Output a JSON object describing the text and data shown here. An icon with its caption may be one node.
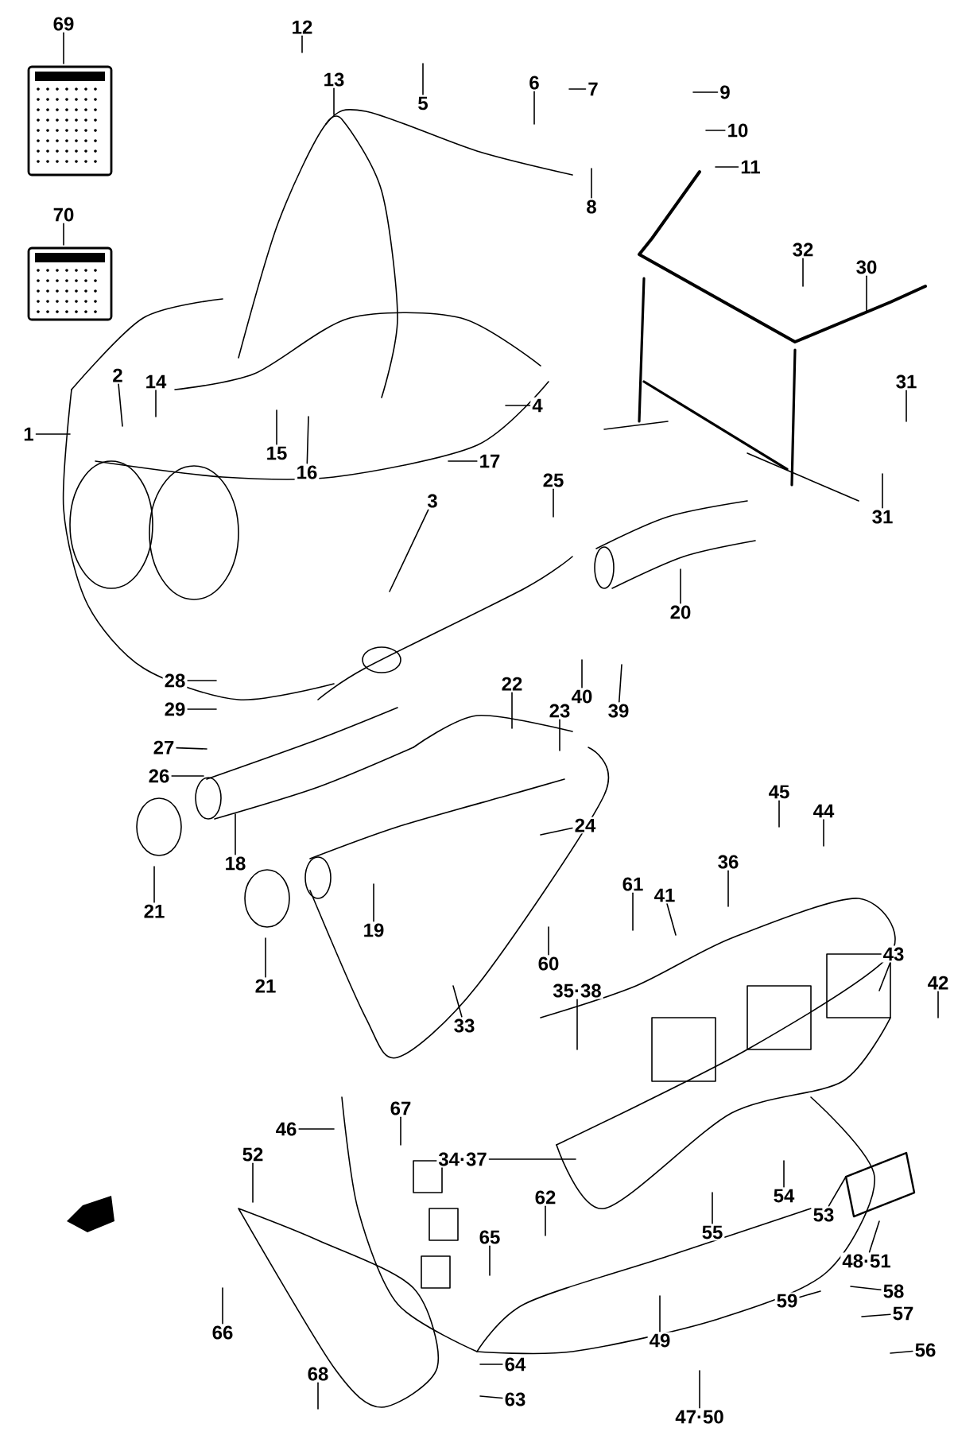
{
  "diagram": {
    "nodes": [
      {
        "text": [
          "1"
        ]
      },
      {
        "text": [
          "2"
        ]
      },
      {
        "text": [
          "3"
        ]
      },
      {
        "text": [
          "4"
        ]
      },
      {
        "text": [
          "5"
        ]
      },
      {
        "text": [
          "6"
        ]
      },
      {
        "text": [
          "7"
        ]
      },
      {
        "text": [
          "8"
        ]
      },
      {
        "text": [
          "9"
        ]
      },
      {
        "text": [
          "10"
        ]
      },
      {
        "text": [
          "11"
        ]
      },
      {
        "text": [
          "12"
        ]
      },
      {
        "text": [
          "13"
        ]
      },
      {
        "text": [
          "14"
        ]
      },
      {
        "text": [
          "15"
        ]
      },
      {
        "text": [
          "16"
        ]
      },
      {
        "text": [
          "17"
        ]
      },
      {
        "text": [
          "18"
        ]
      },
      {
        "text": [
          "19"
        ]
      },
      {
        "text": [
          "20"
        ]
      },
      {
        "text": [
          "21"
        ]
      },
      {
        "text": [
          "21"
        ]
      },
      {
        "text": [
          "22"
        ]
      },
      {
        "text": [
          "23"
        ]
      },
      {
        "text": [
          "24"
        ]
      },
      {
        "text": [
          "25"
        ]
      },
      {
        "text": [
          "26"
        ]
      },
      {
        "text": [
          "27"
        ]
      },
      {
        "text": [
          "28"
        ]
      },
      {
        "text": [
          "29"
        ]
      },
      {
        "text": [
          "30"
        ]
      },
      {
        "text": [
          "31"
        ]
      },
      {
        "text": [
          "31"
        ]
      },
      {
        "text": [
          "32"
        ]
      },
      {
        "text": [
          "33"
        ]
      },
      {
        "text": [
          "34·37"
        ]
      },
      {
        "text": [
          "35·38"
        ]
      },
      {
        "text": [
          "36"
        ]
      },
      {
        "text": [
          "39"
        ]
      },
      {
        "text": [
          "40"
        ]
      },
      {
        "text": [
          "41"
        ]
      },
      {
        "text": [
          "42"
        ]
      },
      {
        "text": [
          "43"
        ]
      },
      {
        "text": [
          "44"
        ]
      },
      {
        "text": [
          "45"
        ]
      },
      {
        "text": [
          "46"
        ]
      },
      {
        "text": [
          "47·50"
        ]
      },
      {
        "text": [
          "48·51"
        ]
      },
      {
        "text": [
          "49"
        ]
      },
      {
        "text": [
          "52"
        ]
      },
      {
        "text": [
          "53"
        ]
      },
      {
        "text": [
          "54"
        ]
      },
      {
        "text": [
          "55"
        ]
      },
      {
        "text": [
          "56"
        ]
      },
      {
        "text": [
          "57"
        ]
      },
      {
        "text": [
          "58"
        ]
      },
      {
        "text": [
          "59"
        ]
      },
      {
        "text": [
          "60"
        ]
      },
      {
        "text": [
          "61"
        ]
      },
      {
        "text": [
          "62"
        ]
      },
      {
        "text": [
          "63"
        ]
      },
      {
        "text": [
          "64"
        ]
      },
      {
        "text": [
          "65"
        ]
      },
      {
        "text": [
          "66"
        ]
      },
      {
        "text": [
          "67"
        ]
      },
      {
        "text": [
          "68"
        ]
      },
      {
        "text": [
          "69"
        ]
      },
      {
        "text": [
          "70"
        ]
      }
    ],
    "edges": [
      {
        "from": 0,
        "to": null,
        "arrow": "none"
      },
      {
        "from": 1,
        "to": null,
        "arrow": "none"
      },
      {
        "from": 2,
        "to": null,
        "arrow": "none"
      },
      {
        "from": 3,
        "to": null,
        "arrow": "none"
      },
      {
        "from": 4,
        "to": null,
        "arrow": "none"
      },
      {
        "from": 5,
        "to": null,
        "arrow": "none"
      },
      {
        "from": 6,
        "to": null,
        "arrow": "none"
      },
      {
        "from": 7,
        "to": null,
        "arrow": "none"
      },
      {
        "from": 8,
        "to": null,
        "arrow": "none"
      },
      {
        "from": 9,
        "to": null,
        "arrow": "none"
      },
      {
        "from": 10,
        "to": null,
        "arrow": "none"
      },
      {
        "from": 11,
        "to": null,
        "arrow": "none"
      },
      {
        "from": 12,
        "to": null,
        "arrow": "none"
      },
      {
        "from": 13,
        "to": null,
        "arrow": "none"
      },
      {
        "from": 14,
        "to": null,
        "arrow": "none"
      },
      {
        "from": 15,
        "to": null,
        "arrow": "none"
      },
      {
        "from": 16,
        "to": null,
        "arrow": "none"
      },
      {
        "from": 17,
        "to": null,
        "arrow": "none"
      },
      {
        "from": 18,
        "to": null,
        "arrow": "none"
      },
      {
        "from": 19,
        "to": null,
        "arrow": "none"
      },
      {
        "from": 20,
        "to": null,
        "arrow": "none"
      },
      {
        "from": 21,
        "to": null,
        "arrow": "none"
      },
      {
        "from": 22,
        "to": null,
        "arrow": "none"
      },
      {
        "from": 23,
        "to": null,
        "arrow": "none"
      },
      {
        "from": 24,
        "to": null,
        "arrow": "none"
      },
      {
        "from": 25,
        "to": null,
        "arrow": "none"
      },
      {
        "from": 26,
        "to": null,
        "arrow": "none"
      },
      {
        "from": 27,
        "to": null,
        "arrow": "none"
      },
      {
        "from": 28,
        "to": null,
        "arrow": "none"
      },
      {
        "from": 29,
        "to": null,
        "arrow": "none"
      },
      {
        "from": 30,
        "to": null,
        "arrow": "none"
      },
      {
        "from": 31,
        "to": null,
        "arrow": "none"
      },
      {
        "from": 32,
        "to": null,
        "arrow": "none"
      },
      {
        "from": 33,
        "to": null,
        "arrow": "none"
      },
      {
        "from": 34,
        "to": null,
        "arrow": "none"
      },
      {
        "from": 35,
        "to": null,
        "arrow": "none"
      },
      {
        "from": 36,
        "to": null,
        "arrow": "none"
      },
      {
        "from": 37,
        "to": null,
        "arrow": "none"
      },
      {
        "from": 38,
        "to": null,
        "arrow": "none"
      },
      {
        "from": 39,
        "to": null,
        "arrow": "none"
      },
      {
        "from": 40,
        "to": null,
        "arrow": "none"
      },
      {
        "from": 41,
        "to": null,
        "arrow": "none"
      },
      {
        "from": 42,
        "to": null,
        "arrow": "none"
      },
      {
        "from": 43,
        "to": null,
        "arrow": "none"
      },
      {
        "from": 44,
        "to": null,
        "arrow": "none"
      },
      {
        "from": 45,
        "to": null,
        "arrow": "none"
      },
      {
        "from": 46,
        "to": null,
        "arrow": "none"
      },
      {
        "from": 47,
        "to": null,
        "arrow": "none"
      },
      {
        "from": 48,
        "to": null,
        "arrow": "none"
      },
      {
        "from": 49,
        "to": null,
        "arrow": "none"
      },
      {
        "from": 50,
        "to": null,
        "arrow": "none"
      },
      {
        "from": 51,
        "to": null,
        "arrow": "none"
      },
      {
        "from": 52,
        "to": null,
        "arrow": "none"
      },
      {
        "from": 53,
        "to": null,
        "arrow": "none"
      },
      {
        "from": 54,
        "to": null,
        "arrow": "none"
      },
      {
        "from": 55,
        "to": null,
        "arrow": "none"
      },
      {
        "from": 56,
        "to": null,
        "arrow": "none"
      },
      {
        "from": 57,
        "to": null,
        "arrow": "none"
      },
      {
        "from": 58,
        "to": null,
        "arrow": "none"
      },
      {
        "from": 59,
        "to": null,
        "arrow": "none"
      },
      {
        "from": 60,
        "to": null,
        "arrow": "none"
      },
      {
        "from": 61,
        "to": null,
        "arrow": "none"
      },
      {
        "from": 62,
        "to": null,
        "arrow": "none"
      },
      {
        "from": 63,
        "to": null,
        "arrow": "none"
      },
      {
        "from": 64,
        "to": null,
        "arrow": "none"
      },
      {
        "from": 65,
        "to": null,
        "arrow": "none"
      },
      {
        "from": 66,
        "to": null,
        "arrow": "none"
      },
      {
        "from": 67,
        "to": null,
        "arrow": "none"
      }
    ]
  }
}
